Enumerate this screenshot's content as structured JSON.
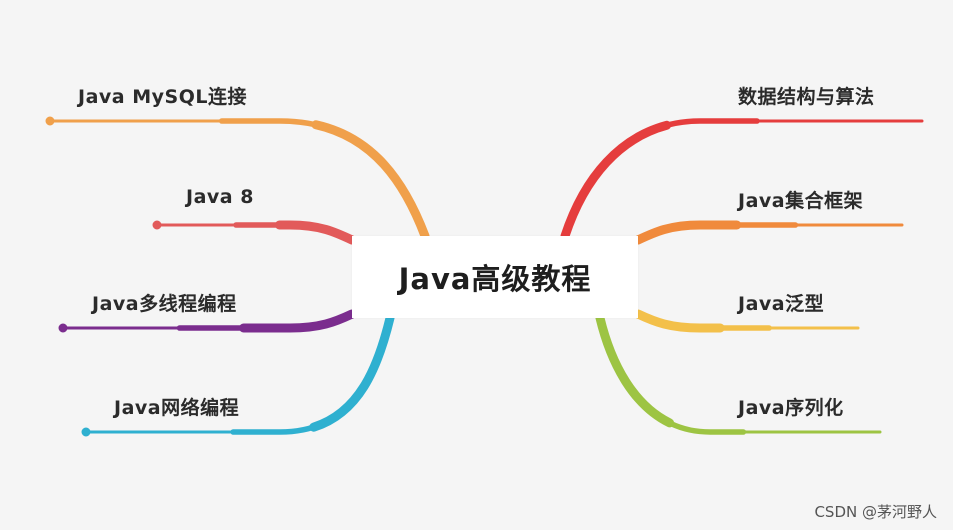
{
  "center": {
    "title": "Java高级教程"
  },
  "branches": {
    "left": [
      {
        "label": "Java MySQL连接",
        "color": "#f0a04b"
      },
      {
        "label": "Java 8",
        "color": "#e25a5a"
      },
      {
        "label": "Java多线程编程",
        "color": "#7b2d8e"
      },
      {
        "label": "Java网络编程",
        "color": "#2fb0d0"
      }
    ],
    "right": [
      {
        "label": "数据结构与算法",
        "color": "#e53d3d"
      },
      {
        "label": "Java集合框架",
        "color": "#f08a3c"
      },
      {
        "label": "Java泛型",
        "color": "#f3c04a"
      },
      {
        "label": "Java序列化",
        "color": "#9dc443"
      }
    ]
  },
  "watermark": {
    "text": "CSDN @茅河野人"
  }
}
